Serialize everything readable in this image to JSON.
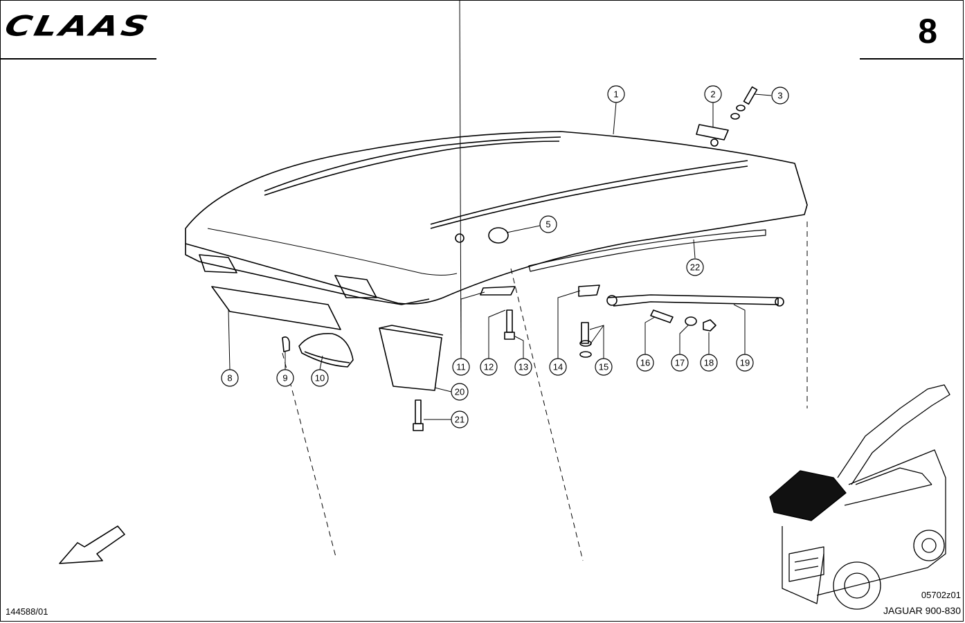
{
  "header": {
    "brand": "CLAAS",
    "page_number": "8"
  },
  "footer": {
    "document_id": "144588/01",
    "image_code": "05702z01",
    "model": "JAGUAR 900-830"
  },
  "callouts": [
    "1",
    "2",
    "3",
    "5",
    "8",
    "9",
    "10",
    "11",
    "12",
    "13",
    "14",
    "15",
    "16",
    "17",
    "18",
    "19",
    "20",
    "21",
    "22"
  ]
}
